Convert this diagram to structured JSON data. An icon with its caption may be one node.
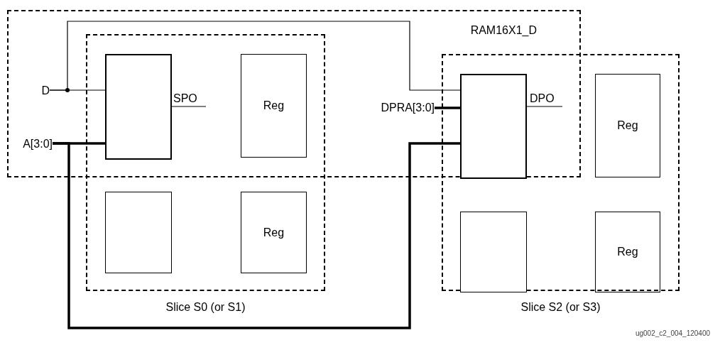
{
  "diagram": {
    "nodes": [
      {
        "text": [
          "RAM16X1_D"
        ]
      },
      {
        "text": [
          "Slice S0 (or S1)"
        ]
      },
      {
        "text": [],
        "shape": "box"
      },
      {
        "text": [
          "Reg"
        ]
      },
      {
        "text": [],
        "shape": "box",
        "in": 1
      },
      {
        "text": [
          "Reg"
        ],
        "in": 1
      },
      {
        "text": [
          "Slice S2 (or S3)"
        ]
      },
      {
        "text": [],
        "shape": "box"
      },
      {
        "text": [
          "Reg"
        ],
        "in": 6
      },
      {
        "text": [],
        "shape": "box",
        "in": 6
      },
      {
        "text": [
          "Reg"
        ],
        "in": 6
      },
      {
        "text": [
          "D"
        ],
        "in": 0
      },
      {
        "text": [
          "A[3:0]"
        ],
        "in": 0
      },
      {
        "text": [
          "SPO"
        ]
      },
      {
        "text": [
          "DPRA[3:0]"
        ],
        "in": 0
      },
      {
        "text": [
          "DPO"
        ]
      }
    ],
    "edges": [
      {
        "from": 11,
        "to": 2,
        "arrow": "none"
      },
      {
        "from": 11,
        "to": 7,
        "arrow": "none"
      },
      {
        "from": 12,
        "to": 2,
        "arrow": "none",
        "style": "thick"
      },
      {
        "from": 12,
        "to": 7,
        "arrow": "none",
        "style": "thick"
      },
      {
        "from": 2,
        "to": 13,
        "arrow": "none"
      },
      {
        "from": 14,
        "to": 7,
        "arrow": "none",
        "style": "thick"
      },
      {
        "from": 7,
        "to": 15,
        "arrow": "none"
      }
    ],
    "labels": [
      "ug002_c2_004_120400"
    ]
  }
}
